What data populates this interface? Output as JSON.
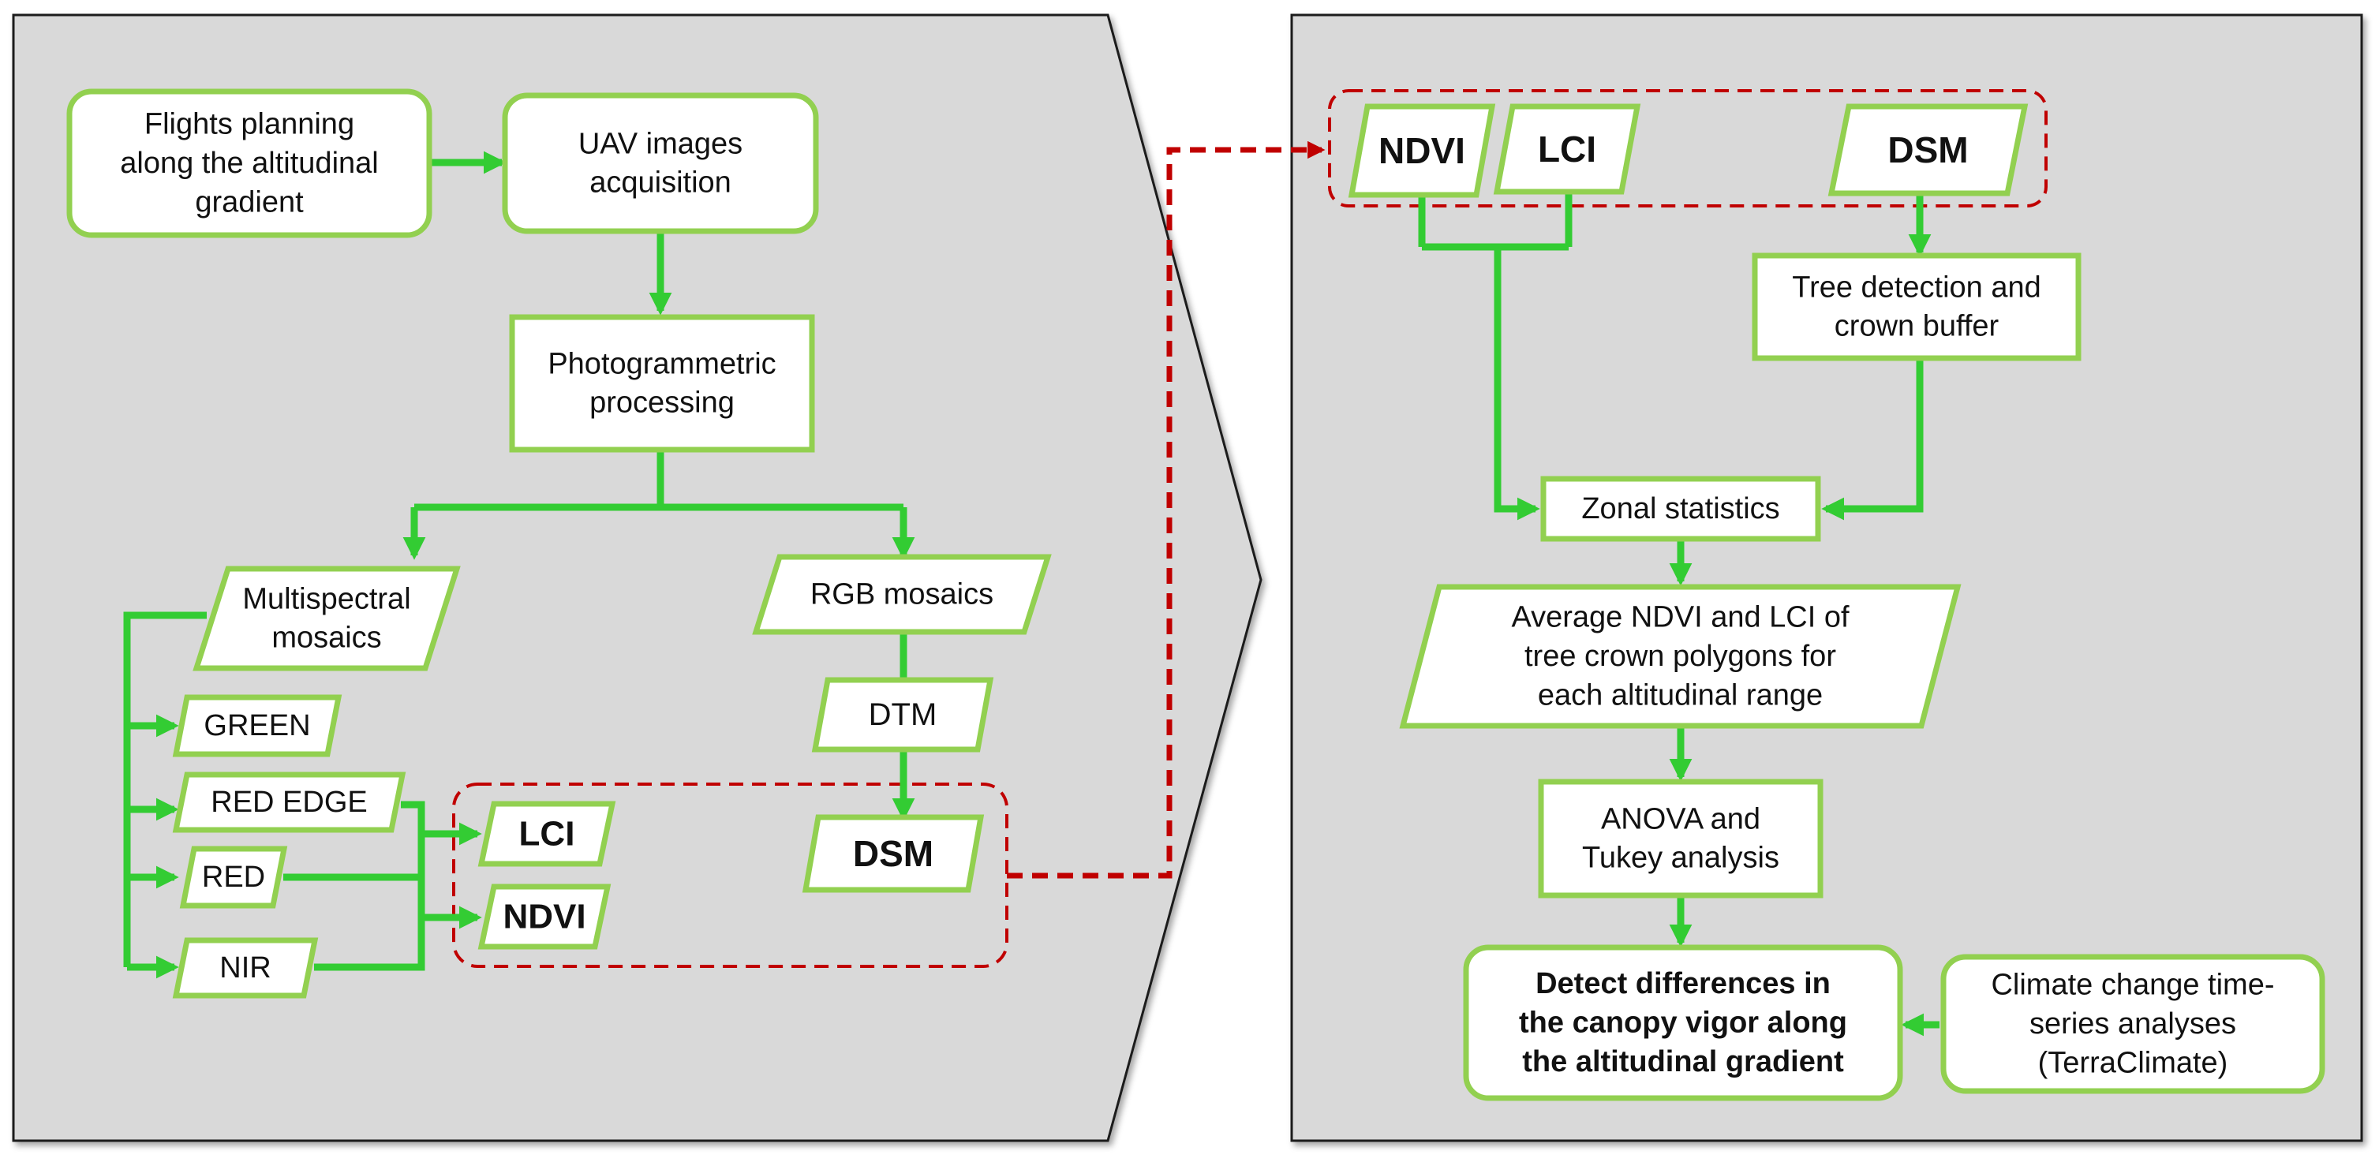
{
  "colors": {
    "panel_fill": "#d9d9d9",
    "panel_stroke": "#1a1a1a",
    "node_fill": "#ffffff",
    "node_stroke": "#92d050",
    "connector": "#33cc33",
    "dashed": "#c00000"
  },
  "left_panel": {
    "flights_planning": [
      "Flights planning",
      "along the altitudinal",
      "gradient"
    ],
    "uav_acquisition": [
      "UAV images",
      "acquisition"
    ],
    "photogrammetric": [
      "Photogrammetric",
      "processing"
    ],
    "multispectral": [
      "Multispectral",
      "mosaics"
    ],
    "rgb_mosaics": [
      "RGB mosaics"
    ],
    "green": [
      "GREEN"
    ],
    "red_edge": [
      "RED EDGE"
    ],
    "red": [
      "RED"
    ],
    "nir": [
      "NIR"
    ],
    "lci": [
      "LCI"
    ],
    "ndvi": [
      "NDVI"
    ],
    "dtm": [
      "DTM"
    ],
    "dsm": [
      "DSM"
    ]
  },
  "right_panel": {
    "ndvi": [
      "NDVI"
    ],
    "lci": [
      "LCI"
    ],
    "dsm": [
      "DSM"
    ],
    "tree_detection": [
      "Tree detection and",
      "crown buffer"
    ],
    "zonal_statistics": [
      "Zonal statistics"
    ],
    "average": [
      "Average NDVI and LCI of",
      "tree crown polygons for",
      "each altitudinal range"
    ],
    "anova": [
      "ANOVA and",
      "Tukey analysis"
    ],
    "detect": [
      "Detect differences in",
      "the canopy vigor along",
      "the altitudinal gradient"
    ],
    "climate": [
      "Climate change time-",
      "series analyses",
      "(TerraClimate)"
    ]
  }
}
